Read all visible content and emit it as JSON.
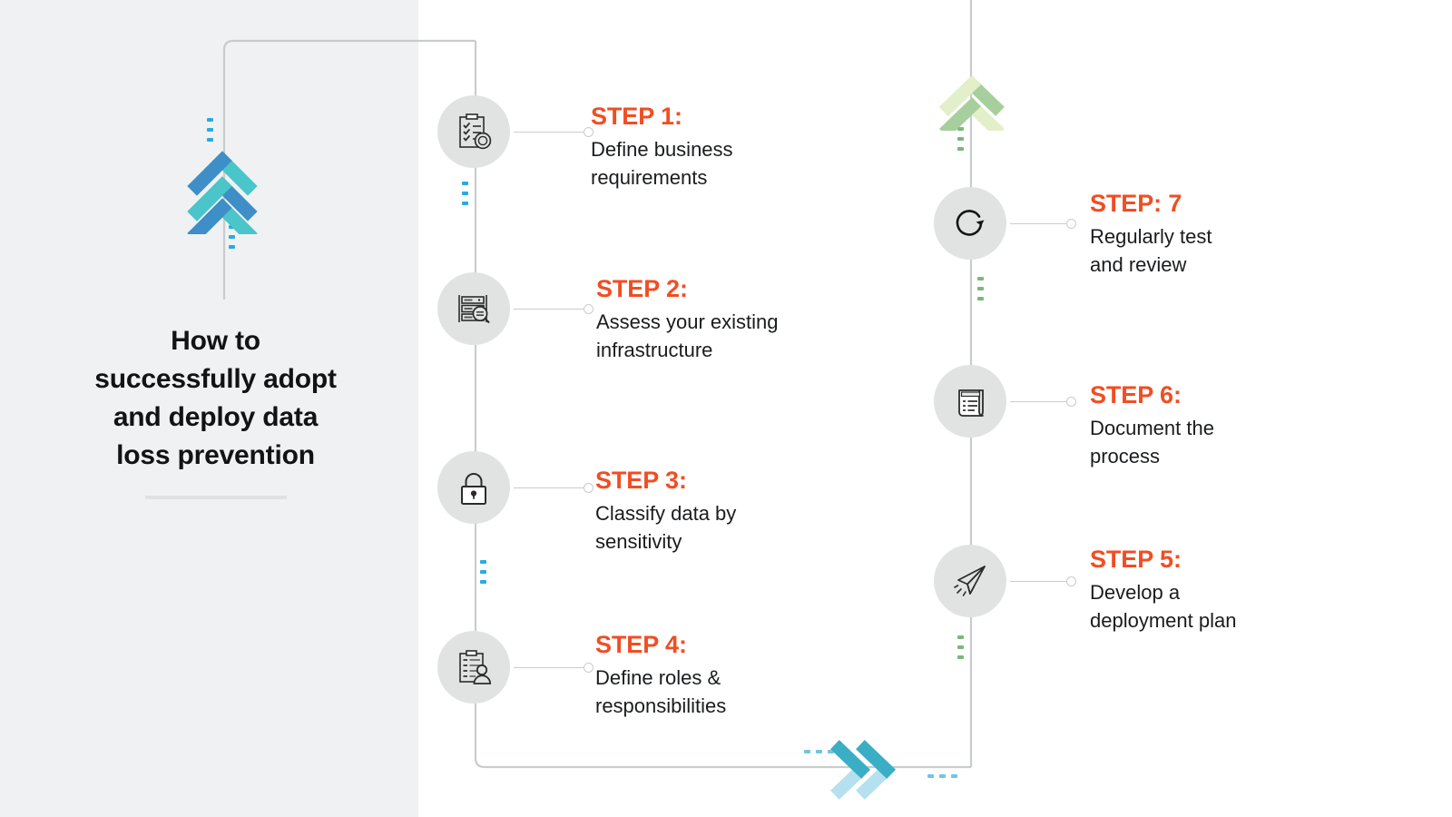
{
  "title": {
    "lines": [
      "How to",
      "successfully adopt",
      "and deploy data",
      "loss prevention"
    ]
  },
  "colors": {
    "panel_bg": "#eff1f2",
    "accent_orange": "#f04e23",
    "node_circle": "#e1e3e2",
    "path_line": "#c9cccd",
    "chevron_teal": "#4ac5c9",
    "chevron_blue": "#3e8ec8",
    "chevron_green_light": "#e3efc8",
    "chevron_green_mid": "#a6cf9d",
    "chevron_cyan_dark": "#3aaec4",
    "chevron_cyan_light": "#b5e0ef",
    "dash_cyan": "#29abe2",
    "dash_green": "#7cb77b",
    "body_text": "#1a1c1e"
  },
  "steps": [
    {
      "id": "step-1",
      "heading": "STEP 1:",
      "body_lines": [
        "Define business",
        "requirements"
      ],
      "icon": "clipboard-checklist-gear-icon",
      "column": "left"
    },
    {
      "id": "step-2",
      "heading": "STEP 2:",
      "body_lines": [
        "Assess your existing",
        "infrastructure"
      ],
      "icon": "server-rack-magnifier-icon",
      "column": "left"
    },
    {
      "id": "step-3",
      "heading": "STEP 3:",
      "body_lines": [
        "Classify data by",
        "sensitivity"
      ],
      "icon": "padlock-icon",
      "column": "left"
    },
    {
      "id": "step-4",
      "heading": "STEP 4:",
      "body_lines": [
        "Define roles &",
        "responsibilities"
      ],
      "icon": "document-person-icon",
      "column": "left"
    },
    {
      "id": "step-5",
      "heading": "STEP 5:",
      "body_lines": [
        "Develop a",
        "deployment plan"
      ],
      "icon": "paper-plane-icon",
      "column": "right"
    },
    {
      "id": "step-6",
      "heading": "STEP 6:",
      "body_lines": [
        "Document the",
        "process"
      ],
      "icon": "scroll-document-icon",
      "column": "right"
    },
    {
      "id": "step-7",
      "heading": "STEP: 7",
      "body_lines": [
        "Regularly test",
        "and review"
      ],
      "icon": "refresh-cycle-icon",
      "column": "right"
    }
  ]
}
